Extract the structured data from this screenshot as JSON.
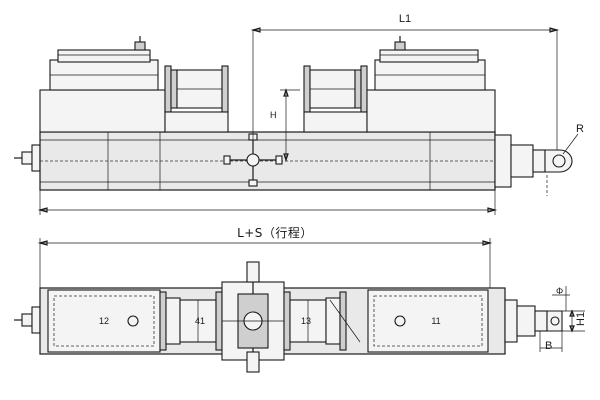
{
  "top_view": {
    "dim_L1": "L1",
    "dim_H": "H",
    "dim_R": "R"
  },
  "bottom_view": {
    "dim_L_S": "L+S（行程）",
    "dim_phi": "Φ",
    "dim_H1": "H1",
    "dim_B": "B"
  }
}
